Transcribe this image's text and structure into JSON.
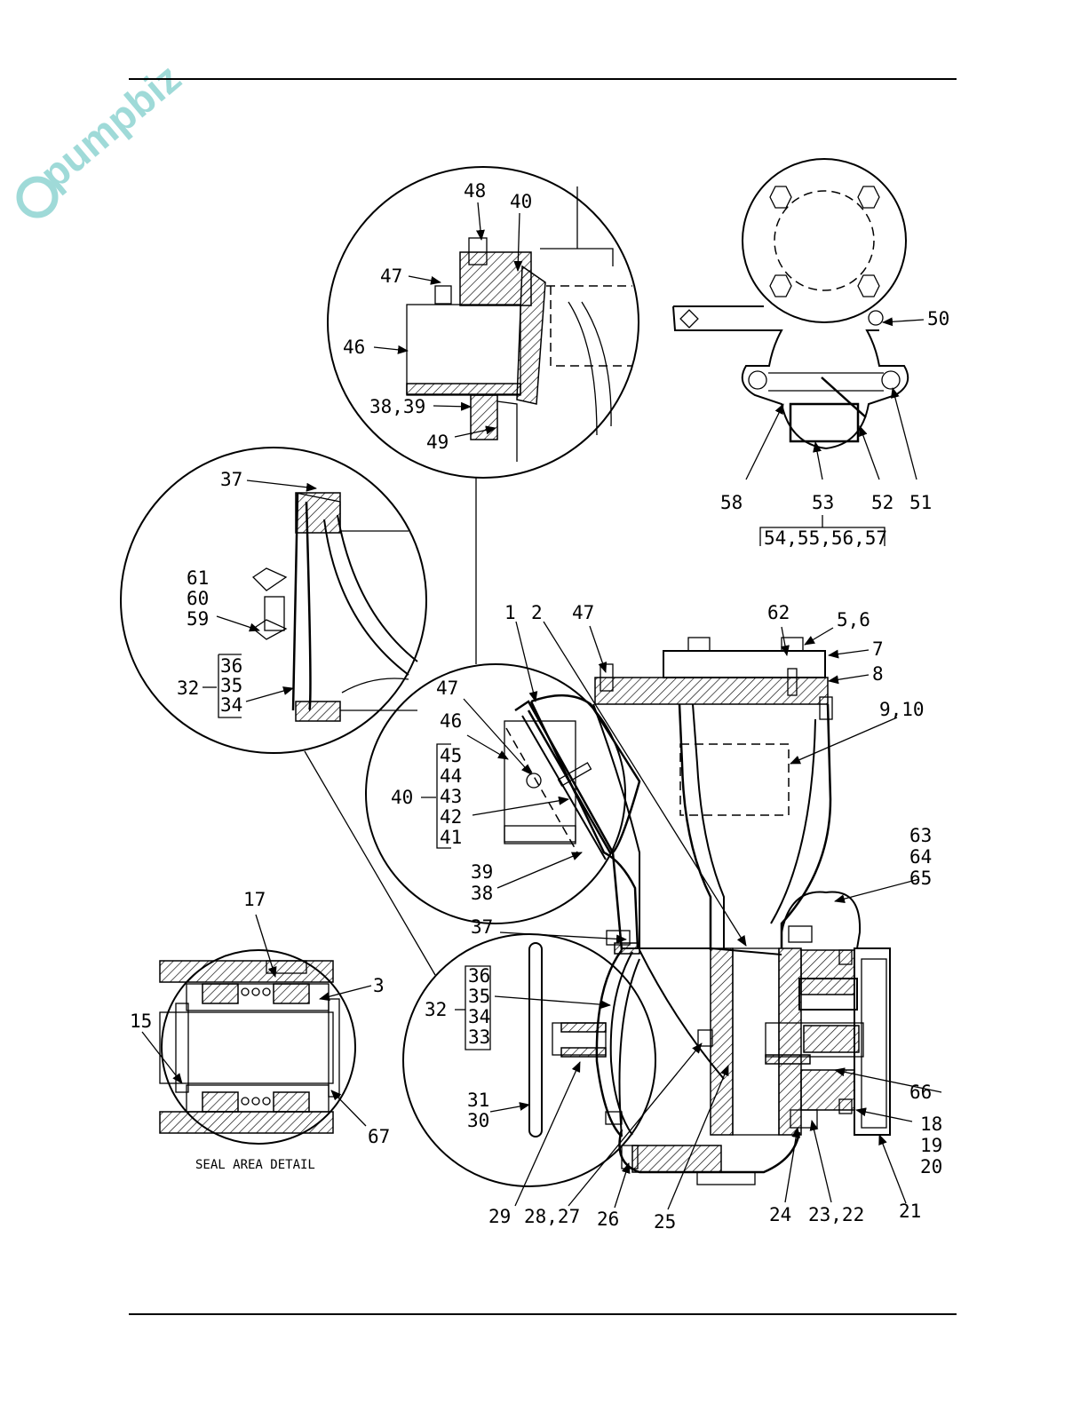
{
  "watermark": {
    "text": "pumpbiz",
    "color": "#9fdad8"
  },
  "caption": "SEAL AREA DETAIL",
  "colors": {
    "line": "#000000",
    "background": "#ffffff"
  },
  "labels": {
    "l48": "48",
    "l40a": "40",
    "l47a": "47",
    "l46a": "46",
    "l3839a": "38,39",
    "l49": "49",
    "l50": "50",
    "l58": "58",
    "l53": "53",
    "l52": "52",
    "l51": "51",
    "l54to57": "54,55,56,57",
    "l37a": "37",
    "l61": "61",
    "l60": "60",
    "l59": "59",
    "l32a": "32",
    "l36a": "36",
    "l35a": "35",
    "l34a": "34",
    "l1": "1",
    "l2": "2",
    "l47b": "47",
    "l62": "62",
    "l56": "5,6",
    "l7": "7",
    "l8": "8",
    "l910": "9,10",
    "l47c": "47",
    "l46b": "46",
    "l45": "45",
    "l44": "44",
    "l43": "43",
    "l42": "42",
    "l41": "41",
    "l40b": "40",
    "l39": "39",
    "l38": "38",
    "l63": "63",
    "l64": "64",
    "l65": "65",
    "l17": "17",
    "l3": "3",
    "l15": "15",
    "l67": "67",
    "l37b": "37",
    "l36b": "36",
    "l35b": "35",
    "l34b": "34",
    "l33": "33",
    "l32b": "32",
    "l31": "31",
    "l30": "30",
    "l66": "66",
    "l18": "18",
    "l19": "19",
    "l20": "20",
    "l29": "29",
    "l2827": "28,27",
    "l26": "26",
    "l25": "25",
    "l24": "24",
    "l2322": "23,22",
    "l21": "21"
  }
}
